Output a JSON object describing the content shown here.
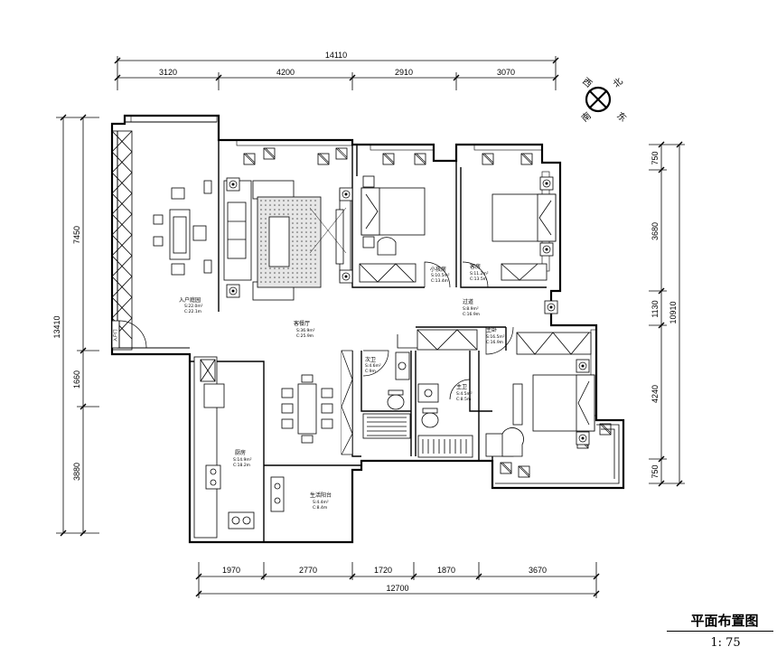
{
  "title": "平面布置图",
  "scale": "1: 75",
  "compass": {
    "north": "北",
    "east": "东",
    "south": "南",
    "west": "西"
  },
  "dims": {
    "top_total": "14110",
    "top": [
      "3120",
      "4200",
      "2910",
      "3070"
    ],
    "bottom_total": "12700",
    "bottom": [
      "1970",
      "2770",
      "1720",
      "1870",
      "3670"
    ],
    "left_total": "13410",
    "left": [
      "7450",
      "1660",
      "3880"
    ],
    "right_total": "10910",
    "right": [
      "750",
      "3680",
      "1130",
      "4240",
      "750"
    ]
  },
  "rooms": {
    "entry_garden": {
      "name": "入户庭园",
      "s": "S:22.0m²",
      "c": "C:22.1m"
    },
    "living": {
      "name": "客餐厅",
      "s": "S:36.9m²",
      "c": "C:25.9m"
    },
    "study": {
      "name": "小孩房",
      "s": "S:10.5m²",
      "c": "C:13.4m"
    },
    "guest": {
      "name": "客房",
      "s": "S:11.2m²",
      "c": "C:13.5m"
    },
    "corridor": {
      "name": "过道",
      "s": "S:8.9m²",
      "c": "C:16.9m"
    },
    "master": {
      "name": "主卧",
      "s": "S:16.5m²",
      "c": "C:16.9m"
    },
    "bath2": {
      "name": "次卫",
      "s": "S:4.6m²",
      "c": "C:9m"
    },
    "bath1": {
      "name": "主卫",
      "s": "S:4.5m²",
      "c": "C:8.5m"
    },
    "kitchen": {
      "name": "厨房",
      "s": "S:14.9m²",
      "c": "C:18.2m"
    },
    "balcony": {
      "name": "生活阳台",
      "s": "S:4.4m²",
      "c": "C:8.4m"
    }
  },
  "door_tag": "入户门"
}
